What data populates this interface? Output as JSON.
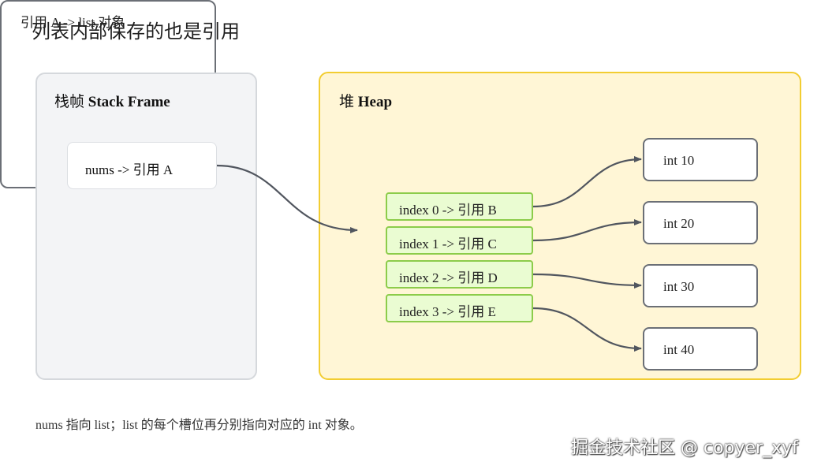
{
  "title": "列表内部保存的也是引用",
  "stack": {
    "label_cn": "栈帧",
    "label_en": "Stack Frame",
    "entry": "nums -> 引用 A"
  },
  "heap": {
    "label_cn": "堆",
    "label_en": "Heap",
    "list_label": "引用 A -> list 对象",
    "slots": [
      "index 0 -> 引用 B",
      "index 1 -> 引用 C",
      "index 2 -> 引用 D",
      "index 3 -> 引用 E"
    ],
    "ints": [
      "int 10",
      "int 20",
      "int 30",
      "int 40"
    ]
  },
  "caption": "nums 指向 list；list 的每个槽位再分别指向对应的 int 对象。",
  "watermark": "掘金技术社区 @ copyer_xyf",
  "colors": {
    "stack_bg": "#f3f4f6",
    "heap_bg": "#fff6d6",
    "heap_border": "#f2cd32",
    "slot_bg": "#eafcd2",
    "slot_border": "#8ccc4a",
    "arrow": "#51565f"
  }
}
